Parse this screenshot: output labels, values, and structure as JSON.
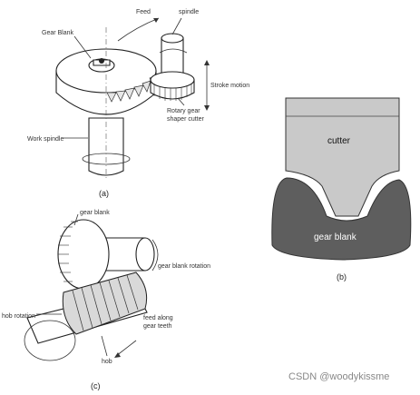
{
  "figure_a": {
    "labels": {
      "feed": "Feed",
      "spindle": "spindle",
      "gear_blank": "Gear Blank",
      "stroke_motion": "Stroke motion",
      "cutter_line1": "Rotary gear",
      "cutter_line2": "shaper cutter",
      "work_spindle": "Work spindle"
    },
    "caption": "(a)"
  },
  "figure_b": {
    "cutter": "cutter",
    "gear_blank": "gear blank",
    "caption": "(b)",
    "colors": {
      "cutter": "#c9c9c9",
      "blank": "#5e5e5e"
    }
  },
  "figure_c": {
    "labels": {
      "gear_blank": "gear blank",
      "gear_blank_rotation": "gear blank rotation",
      "hob_rotation": "hob rotation",
      "feed_line1": "feed along",
      "feed_line2": "gear teeth",
      "hob": "hob"
    },
    "caption": "(c)"
  },
  "watermark": "CSDN @woodykissme"
}
